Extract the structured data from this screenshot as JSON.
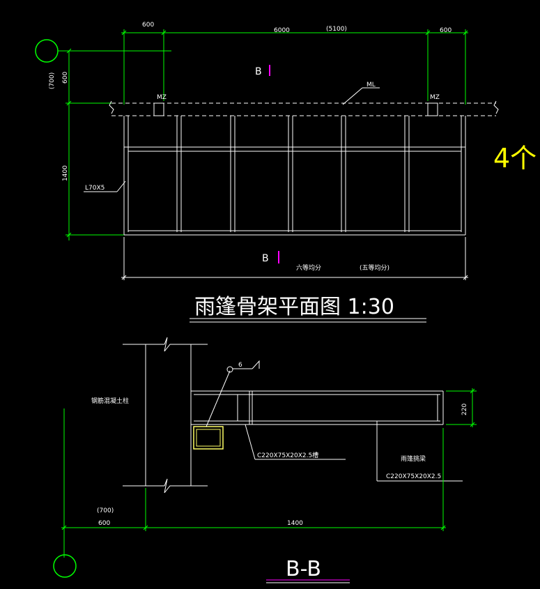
{
  "plan": {
    "dim_top_left": "600",
    "dim_top_main": "6000",
    "dim_top_paren": "(5100)",
    "dim_top_right": "600",
    "dim_left_paren": "(700)",
    "dim_left_600": "600",
    "dim_left_1400": "1400",
    "section_mark_top": "B",
    "section_mark_bottom": "B",
    "mz_left": "MZ",
    "mz_right": "MZ",
    "ml_label": "ML",
    "angle_label": "L70X5",
    "note_six": "六等均分",
    "note_five": "(五等均分)",
    "title": "雨篷骨架平面图 1:30",
    "handwritten": "4个"
  },
  "section": {
    "col_label": "钢筋混凝土柱",
    "weld_size": "6",
    "channel_label": "C220X75X20X2.5槽",
    "beam_title": "雨篷挑梁",
    "beam_spec": "C220X75X20X2.5",
    "dim_220": "220",
    "dim_paren_700": "(700)",
    "dim_600": "600",
    "dim_1400": "1400",
    "title": "B-B"
  },
  "colors": {
    "background": "#000000",
    "structure": "#ffffff",
    "dimension": "#00ff00",
    "grid_bubble": "#00ff00",
    "section_mark": "#ff00ff",
    "underline_title": "#ff00ff",
    "handwriting": "#ffff00",
    "highlight": "#ffff66"
  }
}
